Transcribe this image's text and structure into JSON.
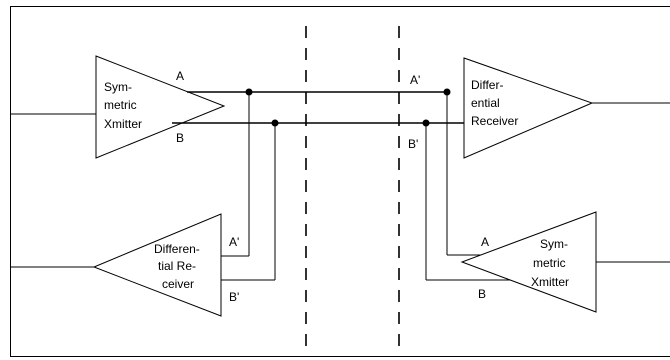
{
  "diagram": {
    "blocks": {
      "top_left_driver": {
        "lines": [
          "Sym-",
          "metric",
          "Xmitter"
        ]
      },
      "top_right_receiver": {
        "lines": [
          "Differ-",
          "ential",
          "Receiver"
        ]
      },
      "bottom_left_receiver": {
        "lines": [
          "Differen-",
          "tial Re-",
          "ceiver"
        ]
      },
      "bottom_right_driver": {
        "lines": [
          "Sym-",
          "metric",
          "Xmitter"
        ]
      }
    },
    "signals": {
      "a": "A",
      "b": "B",
      "a_prime": "A'",
      "b_prime": "B'"
    }
  }
}
